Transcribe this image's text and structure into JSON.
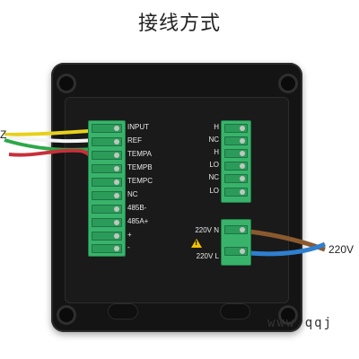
{
  "title": "接线方式",
  "left_block": {
    "labels": [
      "INPUT",
      "REF",
      "TEMPA",
      "TEMPB",
      "TEMPC",
      "NC",
      "485B-",
      "485A+",
      "+",
      "-"
    ]
  },
  "right_block_top": {
    "labels": [
      "H",
      "NC",
      "H",
      "LO",
      "NC",
      "LO"
    ]
  },
  "right_block_bottom": {
    "labels": [
      "220V N",
      "220V L"
    ]
  },
  "left_edge_mark": "Z",
  "power_label": "220V",
  "watermark": "www.qqj"
}
